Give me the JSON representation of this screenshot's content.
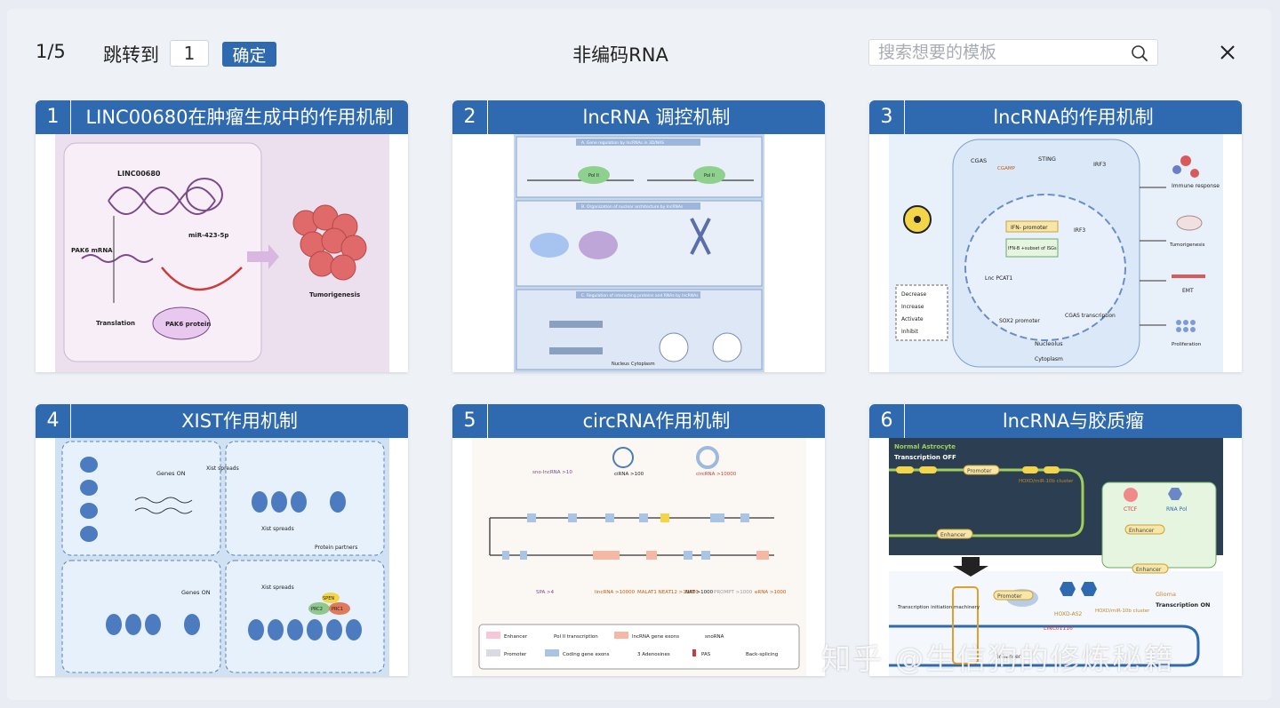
{
  "header": {
    "page_count": "1/5",
    "jump_label": "跳转到",
    "jump_value": "1",
    "confirm_label": "确定",
    "title": "非编码RNA",
    "search_placeholder": "搜索想要的模板"
  },
  "cards": [
    {
      "num": "1",
      "title": "LINC00680在肿瘤生成中的作用机制",
      "labels": [
        "LINC00680",
        "miR-423-5p",
        "PAK6 mRNA",
        "Translation",
        "PAK6 protein",
        "Tumorigenesis"
      ]
    },
    {
      "num": "2",
      "title": "lncRNA 调控机制",
      "labels": [
        "A. Gene regulation by lncRNAs in 3D/NAS",
        "B. Organization of nuclear architecture by lncRNAs",
        "C. Regulation of interacting proteins and RNAs by lncRNAs",
        "Pol II",
        "Pol II",
        "Nucleus",
        "Cytoplasm"
      ]
    },
    {
      "num": "3",
      "title": "lncRNA的作用机制",
      "labels": [
        "CGAS",
        "CGAMP",
        "STING",
        "IRF3",
        "IFN- promoter",
        "IRF3",
        "IFN-B +subset of ISGs",
        "Lnc PCAT1",
        "SOX2 promoter",
        "CGAS transcription",
        "Nucleolus",
        "Cytoplasm",
        "Decrease",
        "Increase",
        "Activate",
        "Inhibit",
        "Immune response",
        "Tumorigenesis",
        "EMT",
        "Proliferation"
      ]
    },
    {
      "num": "4",
      "title": "XIST作用机制",
      "labels": [
        "Genes ON",
        "Xist spreads",
        "Xist spreads",
        "Protein partners",
        "Genes ON",
        "Xist spreads",
        "SPEN",
        "PRC2",
        "PRC1"
      ]
    },
    {
      "num": "5",
      "title": "circRNA作用机制",
      "labels": [
        "sno-lncRNA >10",
        "ciRNA >100",
        "circRNA >10000",
        "SPA >4",
        "lincRNA >10000",
        "MALAT1 NEAT12 >10000",
        "NAT >1000",
        "PROMPT >1000",
        "eRNA >1000",
        "Enhancer",
        "Pol II transcription",
        "lncRNA gene exons",
        "snoRNA",
        "Promoter",
        "Coding gene exons",
        "3 Adenosines",
        "PAS",
        "Back-splicing"
      ]
    },
    {
      "num": "6",
      "title": "lncRNA与胶质瘤",
      "labels": [
        "Normal Astrocyte",
        "Transcription OFF",
        "Promoter",
        "HOXD/miR-10b cluster",
        "Enhancer",
        "CTCF",
        "RNA Pol",
        "Enhancer",
        "Enhancer",
        "Glioma",
        "Transcription ON",
        "Transcription initiation machinery",
        "Promoter",
        "HOXD-AS2",
        "HOXD/miR-10b cluster",
        "LINC01116",
        "Enhancer"
      ]
    }
  ],
  "watermark": "知乎 @生信狗的修炼秘籍"
}
